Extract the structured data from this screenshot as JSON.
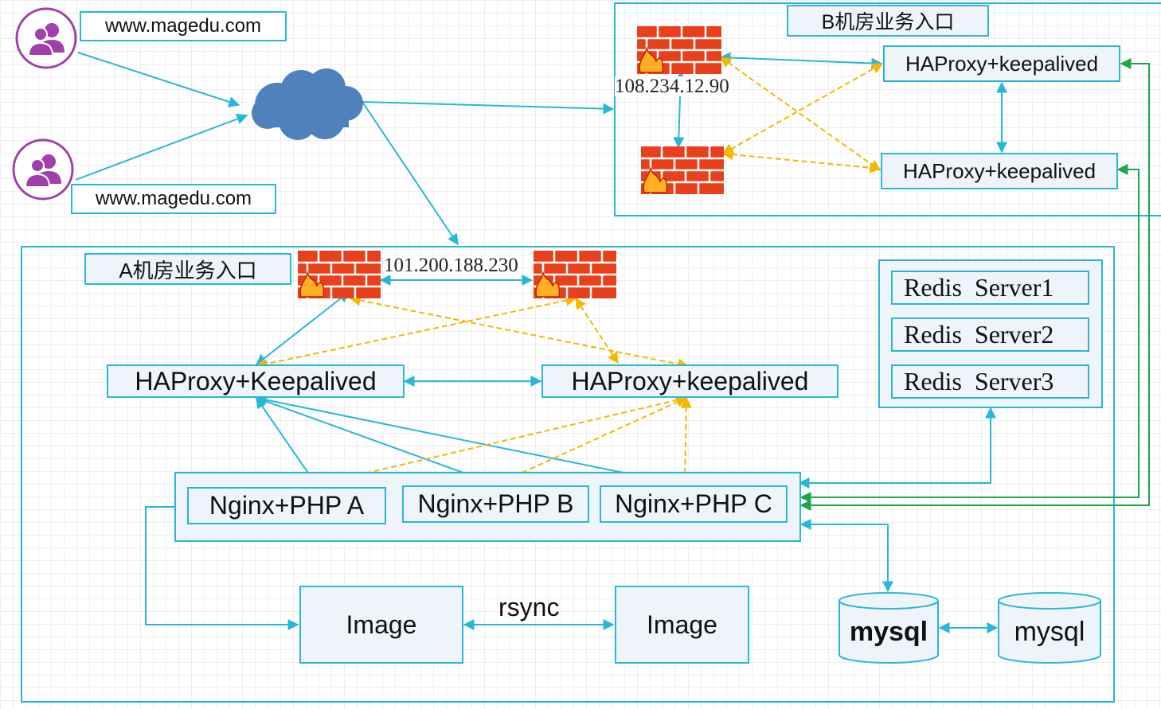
{
  "users": [
    {
      "url": "www.magedu.com"
    },
    {
      "url": "www.magedu.com"
    }
  ],
  "room_b": {
    "title": "B机房业务入口",
    "vip": "108.234.12.90",
    "haproxy_nodes": [
      "HAProxy+keepalived",
      "HAProxy+keepalived"
    ]
  },
  "room_a": {
    "title": "A机房业务入口",
    "vip": "101.200.188.230",
    "haproxy_nodes": [
      "HAProxy+Keepalived",
      "HAProxy+keepalived"
    ],
    "web_nodes": [
      "Nginx+PHP A",
      "Nginx+PHP B",
      "Nginx+PHP C"
    ],
    "redis_nodes": [
      "Redis  Server1",
      "Redis  Server2",
      "Redis  Server3"
    ],
    "image_nodes": [
      "Image",
      "Image"
    ],
    "sync_label": "rsync",
    "databases": [
      "mysql",
      "mysql"
    ]
  },
  "colors": {
    "link": "#27b8d8",
    "heartbeat": "#f5b800",
    "cross_room": "#1aa64a",
    "cloud": "#4f81bd",
    "user_icon": "#a040a8",
    "firewall": "#e8401c"
  }
}
